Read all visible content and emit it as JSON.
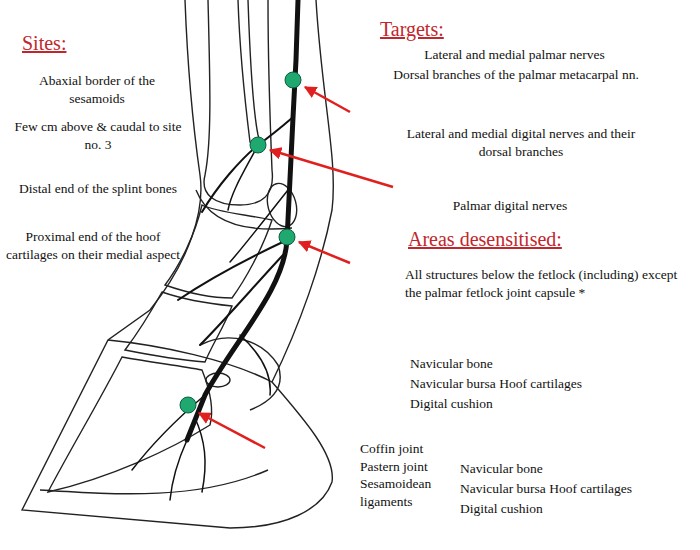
{
  "diagram": {
    "labels": [
      "Sites:",
      "Abaxial border of the sesamoids",
      "Few cm above & caudal to site no. 3",
      "Distal end of the splint bones",
      "Proximal end of the hoof cartilages on their medial aspect",
      "Targets:",
      "Lateral and medial palmar nerves",
      "Dorsal branches of the palmar metacarpal nn.",
      "Lateral and medial digital nerves and their dorsal branches",
      "Palmar digital nerves",
      "Areas desensitised:",
      "All structures below the fetlock (including) except the palmar fetlock joint capsule *",
      "Navicular bone",
      "Navicular bursa Hoof cartilages",
      "Digital cushion",
      "Coffin joint Pastern joint Sesamoidean ligaments",
      "Navicular bone",
      "Navicular bursa Hoof cartilages",
      "Digital cushion"
    ]
  }
}
